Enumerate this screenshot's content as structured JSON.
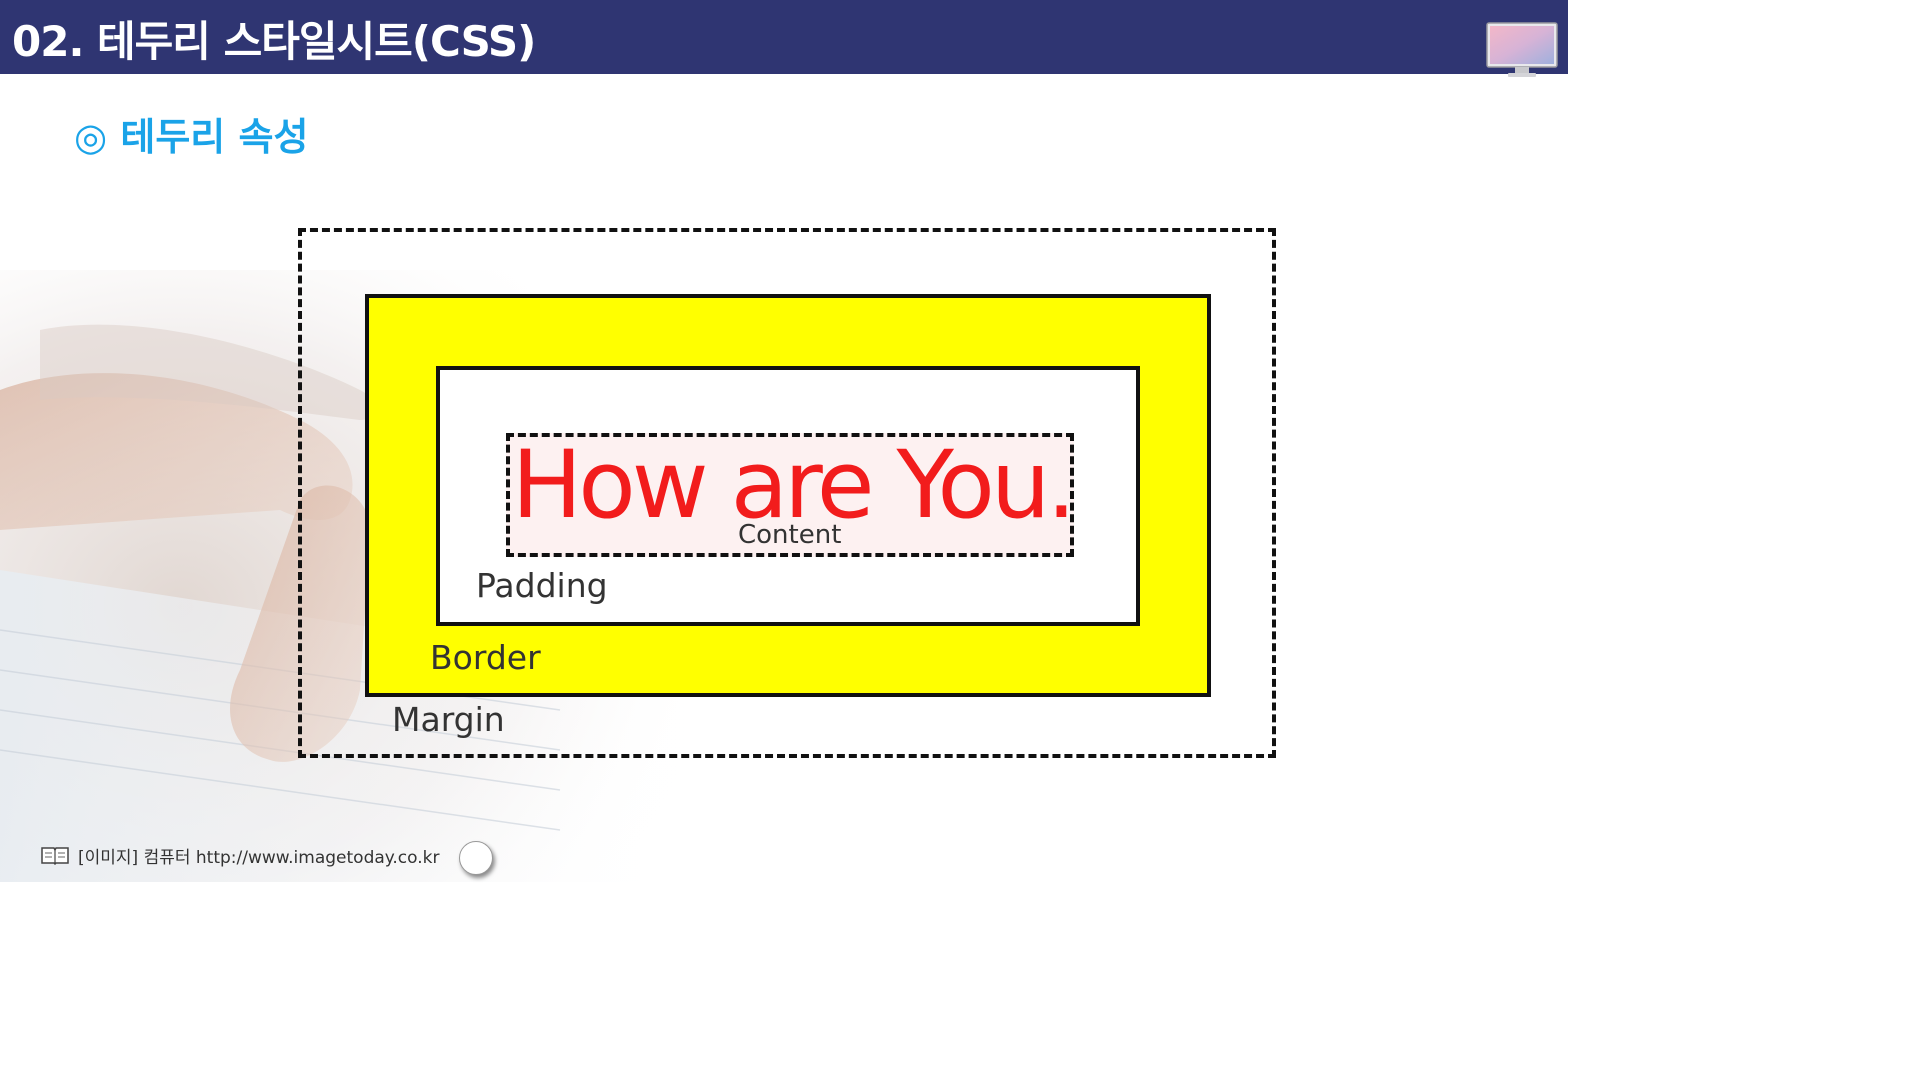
{
  "header": {
    "title": "02. 테두리 스타일시트(CSS)",
    "background_color": "#2f3572",
    "icon": "monitor-icon"
  },
  "section": {
    "title": "◎ 테두리 속성",
    "color": "#1aa3e8"
  },
  "diagram": {
    "content_text": "How are You.",
    "content_text_color": "#f21c1c",
    "border_fill_color": "#ffff00",
    "labels": {
      "content": "Content",
      "padding": "Padding",
      "border": "Border",
      "margin": "Margin"
    }
  },
  "footer": {
    "icon": "book-icon",
    "credit": "[이미지] 컴퓨터 http://www.imagetoday.co.kr"
  }
}
